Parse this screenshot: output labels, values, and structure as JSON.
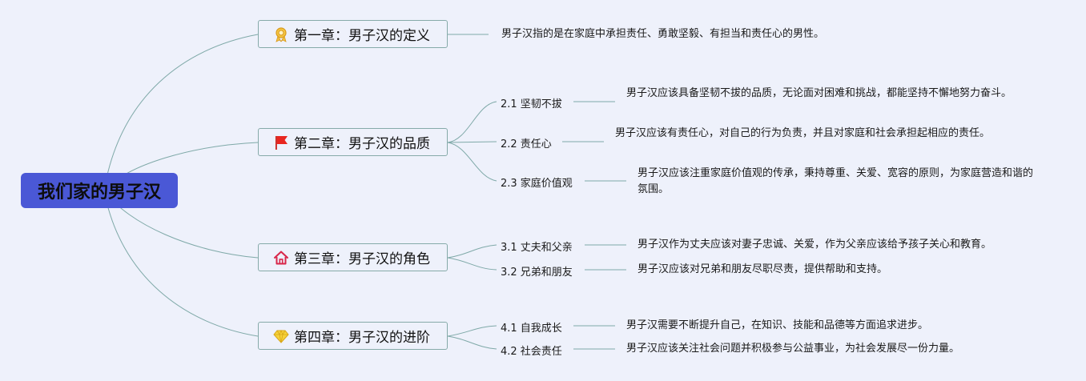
{
  "root": {
    "label": "我们家的男子汉"
  },
  "chapters": [
    {
      "label": "第一章：男子汉的定义",
      "icon": "award-ribbon-icon",
      "description": "男子汉指的是在家庭中承担责任、勇敢坚毅、有担当和责任心的男性。"
    },
    {
      "label": "第二章：男子汉的品质",
      "icon": "red-flag-icon",
      "subs": [
        {
          "label": "2.1 坚韧不拔",
          "description": "男子汉应该具备坚韧不拔的品质，无论面对困难和挑战，都能坚持不懈地努力奋斗。"
        },
        {
          "label": "2.2 责任心",
          "description": "男子汉应该有责任心，对自己的行为负责，并且对家庭和社会承担起相应的责任。"
        },
        {
          "label": "2.3 家庭价值观",
          "description": "男子汉应该注重家庭价值观的传承，秉持尊重、关爱、宽容的原则，为家庭营造和谐的氛围。"
        }
      ]
    },
    {
      "label": "第三章：男子汉的角色",
      "icon": "house-icon",
      "subs": [
        {
          "label": "3.1 丈夫和父亲",
          "description": "男子汉作为丈夫应该对妻子忠诚、关爱，作为父亲应该给予孩子关心和教育。"
        },
        {
          "label": "3.2 兄弟和朋友",
          "description": "男子汉应该对兄弟和朋友尽职尽责，提供帮助和支持。"
        }
      ]
    },
    {
      "label": "第四章：男子汉的进阶",
      "icon": "diamond-icon",
      "subs": [
        {
          "label": "4.1 自我成长",
          "description": "男子汉需要不断提升自己，在知识、技能和品德等方面追求进步。"
        },
        {
          "label": "4.2 社会责任",
          "description": "男子汉应该关注社会问题并积极参与公益事业，为社会发展尽一份力量。"
        }
      ]
    }
  ]
}
